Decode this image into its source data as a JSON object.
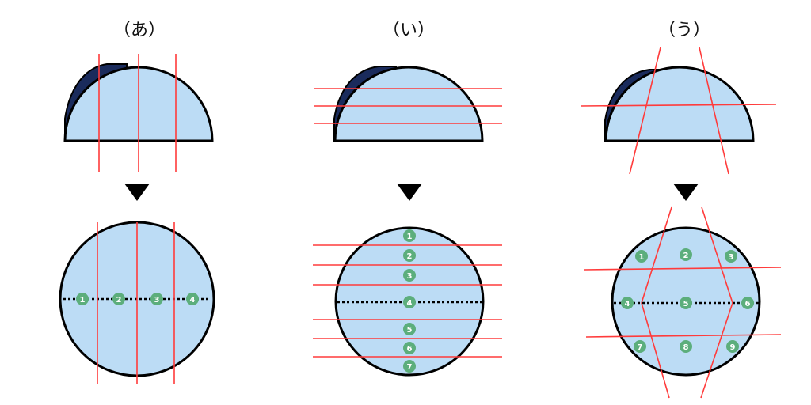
{
  "panels": [
    {
      "title": "（あ）",
      "labels": [
        "1",
        "2",
        "3",
        "4"
      ]
    },
    {
      "title": "（い）",
      "labels": [
        "1",
        "2",
        "3",
        "4",
        "5",
        "6",
        "7"
      ]
    },
    {
      "title": "（う）",
      "labels": [
        "1",
        "2",
        "3",
        "4",
        "5",
        "6",
        "7",
        "8",
        "9"
      ]
    }
  ],
  "colors": {
    "fill": "#bcdcf5",
    "outline": "#000000",
    "shadow": "#1a2b5c",
    "cut_line": "#ff3b3b",
    "marker": "#5cae7c",
    "marker_text": "#ffffff",
    "arrow": "#000000"
  }
}
